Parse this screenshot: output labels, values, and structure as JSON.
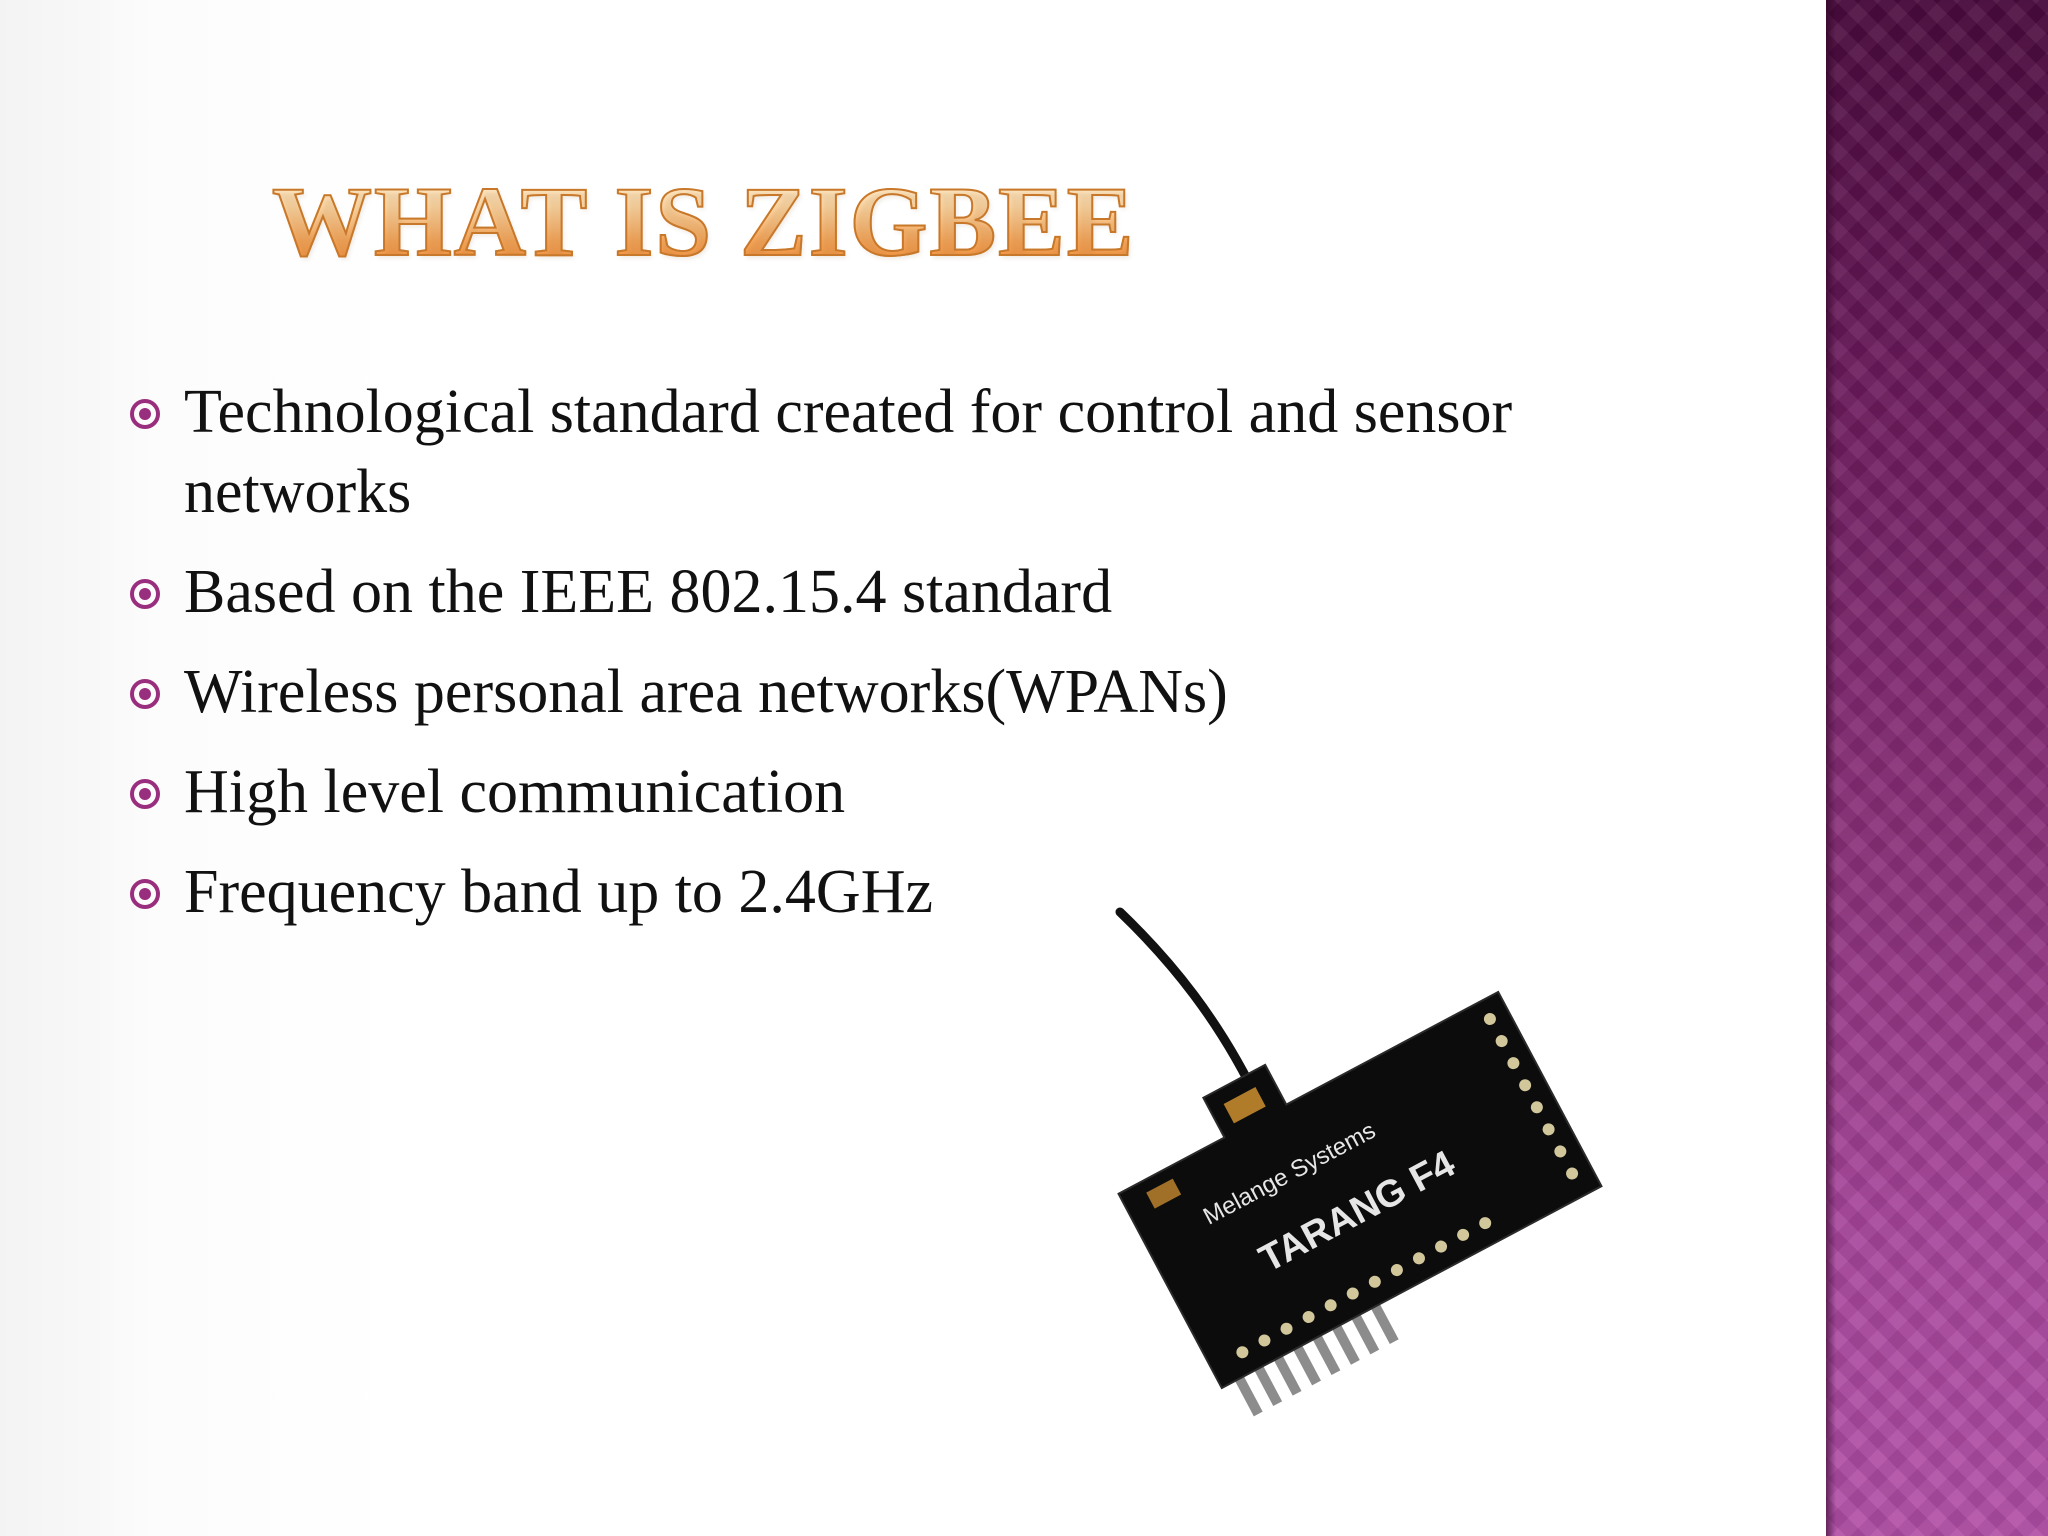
{
  "slide": {
    "title": "WHAT IS ZIGBEE",
    "bullets": [
      {
        "text": "Technological standard created for control and sensor networks"
      },
      {
        "text": "Based on the IEEE 802.15.4 standard"
      },
      {
        "text": "Wireless personal area networks(WPANs)"
      },
      {
        "text": "High level communication"
      },
      {
        "text": "Frequency band up to 2.4GHz"
      }
    ],
    "image": {
      "board_text_1": "Melange Systems",
      "board_text_2": "TARANG F4"
    }
  },
  "colors": {
    "side_panel_top": "#4a0a3d",
    "side_panel_bottom": "#b14ea6",
    "title_gradient_top": "#fff5df",
    "title_gradient_bottom": "#f08a36",
    "bullet_icon": "#9a2e7e",
    "body_text": "#111111"
  },
  "icons": [
    "target-bullet-icon"
  ]
}
